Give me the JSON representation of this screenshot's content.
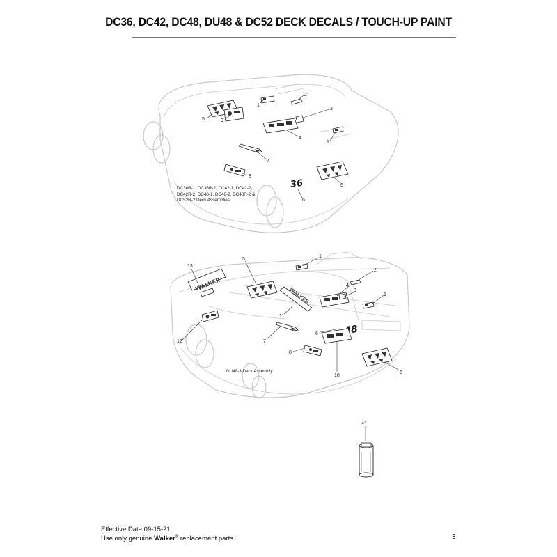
{
  "header": {
    "title": "DC36, DC42, DC48, DU48 & DC52 DECK DECALS / TOUCH-UP PAINT"
  },
  "diagram_top": {
    "caption_lines": [
      "DC36R-1, DC36R-2, DC42-1, DC42-2,",
      "DC42R-2, DC48-1, DC48-2, DC48R-2 &",
      "DC52R-2 Deck Assemblies"
    ],
    "deck_number": "36",
    "callouts": [
      "1",
      "2",
      "3",
      "4",
      "5",
      "9",
      "1",
      "7",
      "8",
      "5",
      "6"
    ]
  },
  "diagram_bottom": {
    "caption": "DU48-3 Deck Assembly",
    "deck_number": "48",
    "brand_text": "WALKER",
    "callouts": [
      "13",
      "5",
      "1",
      "2",
      "4",
      "3",
      "1",
      "11",
      "6",
      "12",
      "7",
      "8",
      "10",
      "5"
    ]
  },
  "diagram_paint": {
    "callouts": [
      "14"
    ]
  },
  "footer": {
    "effective_date": "Effective Date 09-15-21",
    "note_prefix": "Use only genuine ",
    "brand": "Walker",
    "registered": "®",
    "note_suffix": " replacement parts.",
    "page_number": "3"
  }
}
